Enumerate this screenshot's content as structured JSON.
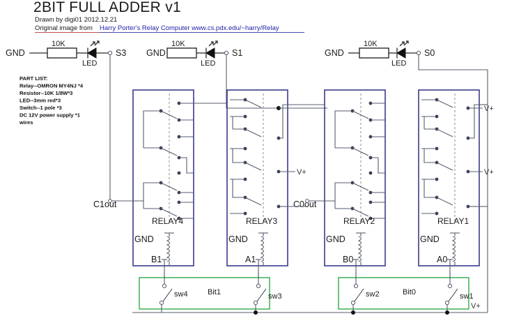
{
  "header": {
    "title": "2BIT FULL ADDER v1",
    "drawn_by": "Drawn by digi01 2012.12.21",
    "credit_prefix": "Original image from",
    "credit_link": "Harry Porter's Relay Computer www.cs.pdx.edu/~harry/Relay"
  },
  "part_list": {
    "heading": "PART LIST:",
    "items": [
      "Relay--OMRON MY4NJ *4",
      "Resistor--10K 1/8W*3",
      "LED--3mm red*3",
      "Switch--1 pole *3",
      "DC 12V power supply *1",
      "wires"
    ]
  },
  "indicators": [
    {
      "gnd": "GND",
      "resistor": "10K",
      "led": "LED",
      "node": "S3"
    },
    {
      "gnd": "GND",
      "resistor": "10K",
      "led": "LED",
      "node": "S1"
    },
    {
      "gnd": "GND",
      "resistor": "10K",
      "led": "LED",
      "node": "S0"
    }
  ],
  "relays": [
    {
      "name": "RELAY4",
      "gnd": "GND",
      "coil_in": "B1"
    },
    {
      "name": "RELAY3",
      "gnd": "GND",
      "coil_in": "A1"
    },
    {
      "name": "RELAY2",
      "gnd": "GND",
      "coil_in": "B0"
    },
    {
      "name": "RELAY1",
      "gnd": "GND",
      "coil_in": "A0"
    }
  ],
  "carry_labels": {
    "c1out": "C1out",
    "c0out": "C0out"
  },
  "supply_labels": [
    "V+",
    "V+",
    "V+",
    "V+"
  ],
  "switch_banks": [
    {
      "title": "Bit1",
      "switches": [
        "sw4",
        "sw3"
      ]
    },
    {
      "title": "Bit0",
      "switches": [
        "sw2",
        "sw1"
      ]
    }
  ],
  "colors": {
    "relay_border": "#3a3a8c",
    "switch_border": "#2faa46",
    "wire": "#555e6b",
    "link": "#2222aa",
    "underline_red": "#c0504d",
    "underline_blue": "#4a4ab8"
  }
}
